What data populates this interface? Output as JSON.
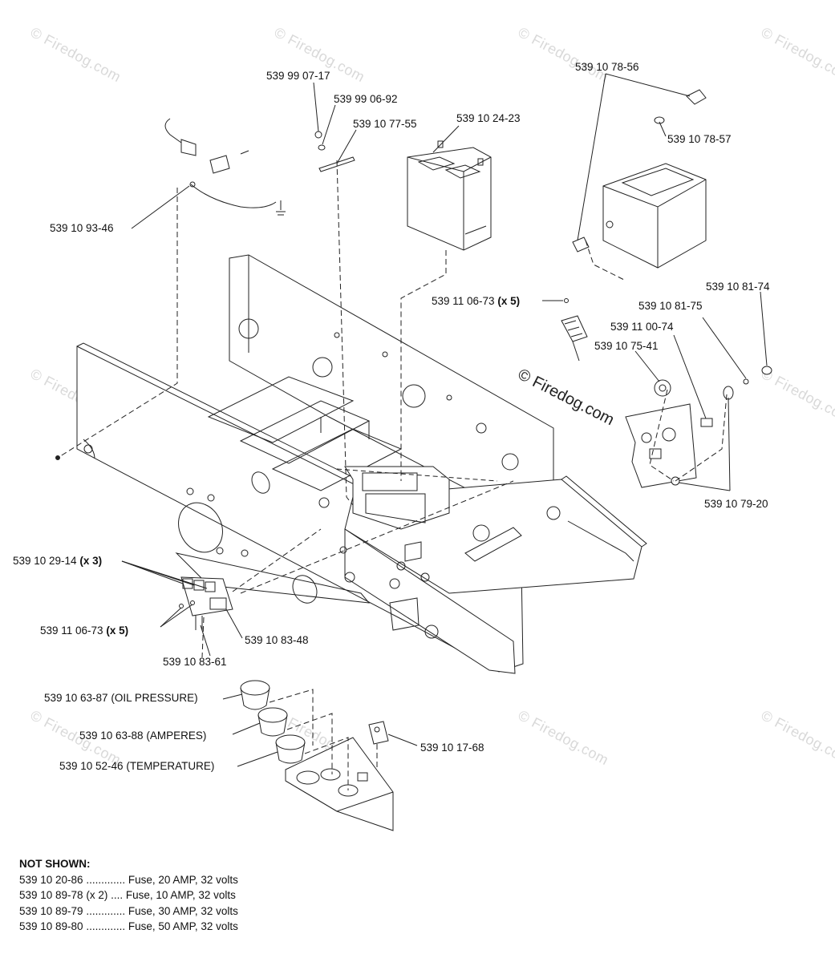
{
  "watermark": {
    "text": "© Firedog.com"
  },
  "labels": {
    "l1": "539 99 07-17",
    "l2": "539 99 06-92",
    "l3": "539 10 77-55",
    "l4": "539 10 24-23",
    "l5": "539 10 78-56",
    "l6": "539 10 78-57",
    "l7": "539 10 93-46",
    "l8_num": "539 11 06-73",
    "l8_qty": "(x 5)",
    "l9": "539 10 81-74",
    "l10": "539 10 81-75",
    "l11": "539 11 00-74",
    "l12": "539 10 75-41",
    "l13": "539 10 79-20",
    "l14_num": "539 10 29-14",
    "l14_qty": "(x 3)",
    "l15_num": "539 11 06-73",
    "l15_qty": "(x 5)",
    "l16": "539 10 83-48",
    "l17": "539 10 83-61",
    "l18": "539 10 63-87 (OIL PRESSURE)",
    "l19": "539 10 63-88 (AMPERES)",
    "l20": "539 10 52-46 (TEMPERATURE)",
    "l21": "539 10 17-68"
  },
  "not_shown": {
    "title": "NOT SHOWN:",
    "rows": [
      {
        "part": "539 10 20-86",
        "dots": " .............",
        "desc": " Fuse, 20 AMP, 32 volts"
      },
      {
        "part": "539 10 89-78 (x 2)",
        "dots": " ....",
        "desc": " Fuse, 10 AMP, 32 volts"
      },
      {
        "part": "539 10 89-79",
        "dots": " .............",
        "desc": " Fuse, 30 AMP, 32 volts"
      },
      {
        "part": "539 10 89-80",
        "dots": " .............",
        "desc": " Fuse, 50 AMP, 32 volts"
      }
    ]
  }
}
